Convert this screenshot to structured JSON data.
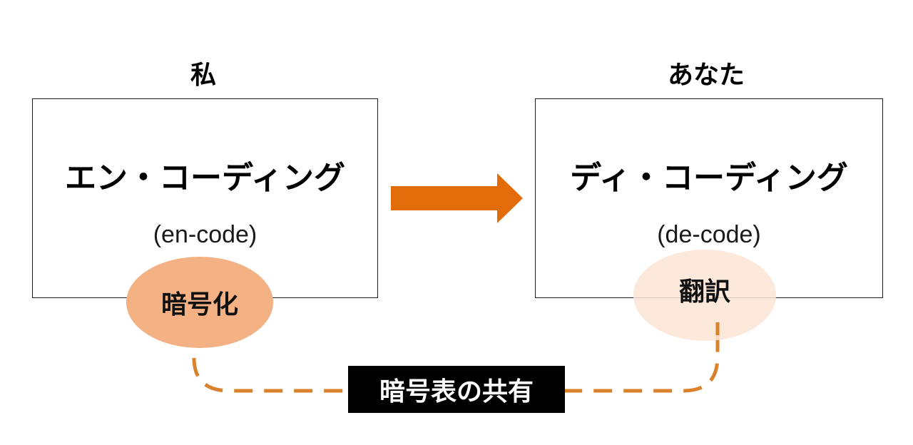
{
  "sender": {
    "label": "私"
  },
  "receiver": {
    "label": "あなた"
  },
  "encode_box": {
    "title": "エン・コーディング",
    "subtitle": "(en-code)"
  },
  "decode_box": {
    "title": "ディ・コーディング",
    "subtitle": "(de-code)"
  },
  "encrypt_bubble": {
    "label": "暗号化",
    "color": "#f4b183"
  },
  "translate_bubble": {
    "label": "翻訳",
    "color": "#fbe5d6"
  },
  "shared_table": {
    "label": "暗号表の共有"
  },
  "colors": {
    "arrow": "#e36c0a",
    "connector": "#d9822b",
    "border": "#1a1a1a"
  }
}
